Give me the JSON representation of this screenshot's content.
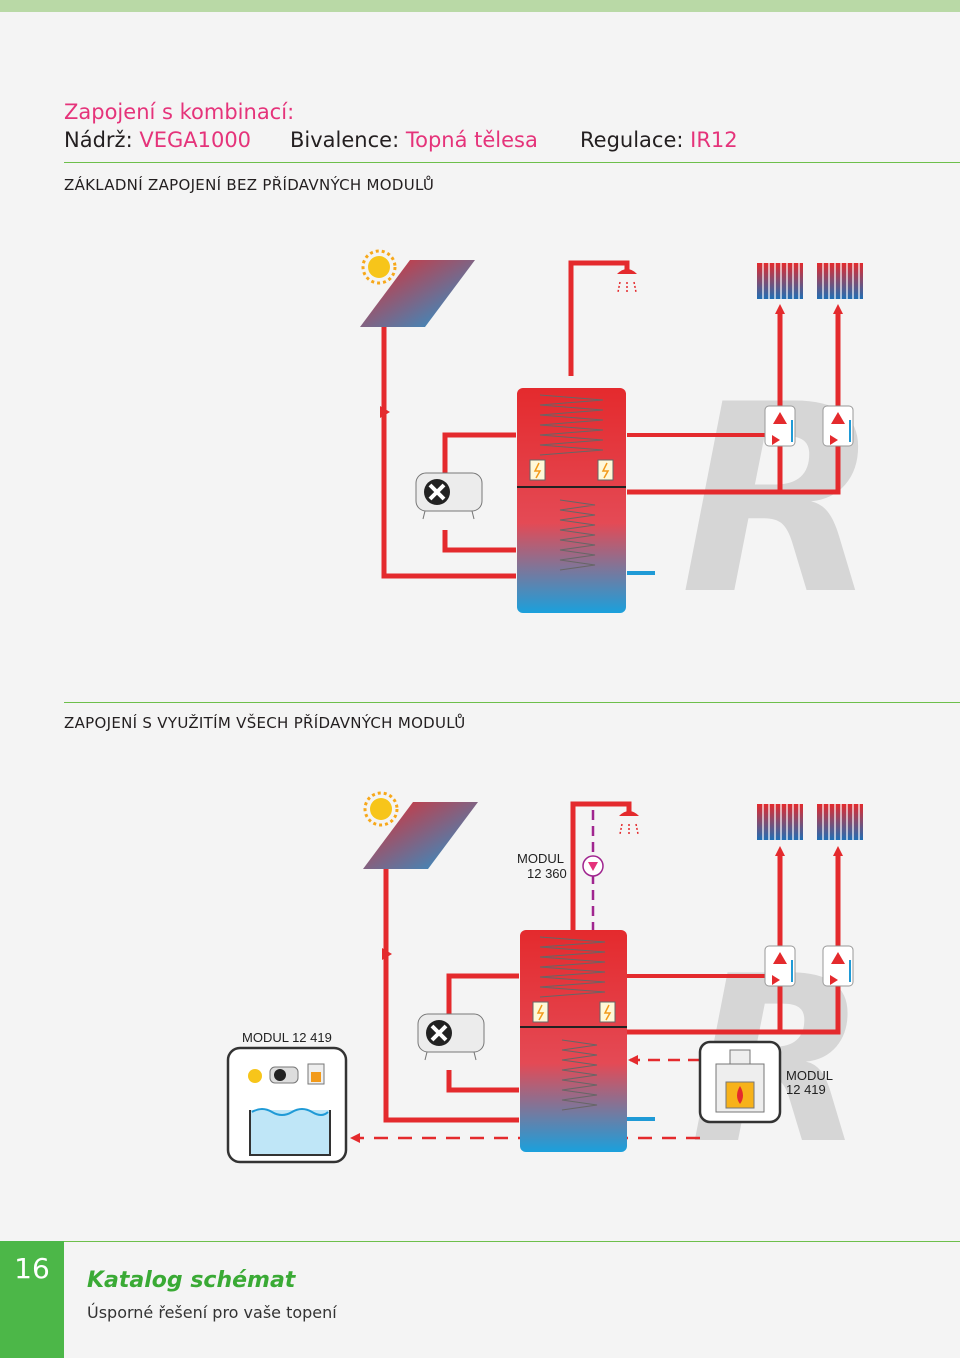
{
  "header": {
    "line1": "Zapojení s kombinací:",
    "tank_label": "Nádrž:",
    "tank_value": "VEGA1000",
    "bivalence_label": "Bivalence:",
    "bivalence_value": "Topná tělesa",
    "regulation_label": "Regulace:",
    "regulation_value": "IR12"
  },
  "section1": {
    "title": "ZÁKLADNÍ ZAPOJENÍ BEZ PŘÍDAVNÝCH MODULŮ"
  },
  "section2": {
    "title": "ZAPOJENÍ S VYUŽITÍM VŠECH PŘÍDAVNÝCH MODULŮ",
    "modul_360_line1": "MODUL",
    "modul_360_line2": "12 360",
    "modul_pool": "MODUL 12 419",
    "modul_fire_line1": "MODUL",
    "modul_fire_line2": "12 419"
  },
  "footer": {
    "page_number": "16",
    "title": "Katalog schémat",
    "subtitle": "Úsporné řešení pro vaše topení"
  },
  "colors": {
    "accent_pink": "#e5337a",
    "accent_green": "#4cb748",
    "pipe_red": "#e42a2d",
    "pipe_blue": "#1f9ad6"
  }
}
